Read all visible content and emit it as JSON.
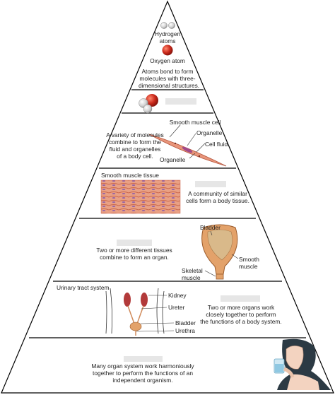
{
  "levels": {
    "chemical": {
      "hydrogen_label_line1": "Hydrogen",
      "hydrogen_label_line2": "atoms",
      "oxygen_label": "Oxygen atom",
      "description_line1": "Atoms bond to form",
      "description_line2": "molecules with three-",
      "description_line3": "dimensional structures."
    },
    "cellular": {
      "description_line1": "A variety of molecules",
      "description_line2": "combine to form the",
      "description_line3": "fluid and organelles",
      "description_line4": "of a body cell.",
      "cell_title": "Smooth muscle cell",
      "organelle_top": "Organelle",
      "cell_fluid": "Cell fluid",
      "organelle_bottom": "Organelle"
    },
    "tissue": {
      "title": "Smooth muscle tissue",
      "description_line1": "A community of similar",
      "description_line2": "cells form a body tissue."
    },
    "organ": {
      "bladder_label": "Bladder",
      "description_line1": "Two or more different tissues",
      "description_line2": "combine to form an organ.",
      "smooth_muscle_line1": "Smooth",
      "smooth_muscle_line2": "muscle",
      "skeletal_muscle_line1": "Skeletal",
      "skeletal_muscle_line2": "muscle"
    },
    "organ_system": {
      "title": "Urinary tract system",
      "kidney": "Kidney",
      "ureter": "Ureter",
      "bladder": "Bladder",
      "urethra": "Urethra",
      "description_line1": "Two or more organs work",
      "description_line2": "closely together to perform",
      "description_line3": "the functions of a body system."
    },
    "organism": {
      "description_line1": "Many organ system work harmoniously",
      "description_line2": "together to perform the functions of an",
      "description_line3": "independent organism."
    }
  },
  "colors": {
    "outline": "#000000",
    "atom_red": "#cc2a1c",
    "atom_grey": "#c9c9c9",
    "muscle_salmon": "#e8957a",
    "organ_orange": "#e3a26a",
    "kidney_red": "#b23a3a",
    "hidden_label_grey": "#e6e6e6"
  }
}
